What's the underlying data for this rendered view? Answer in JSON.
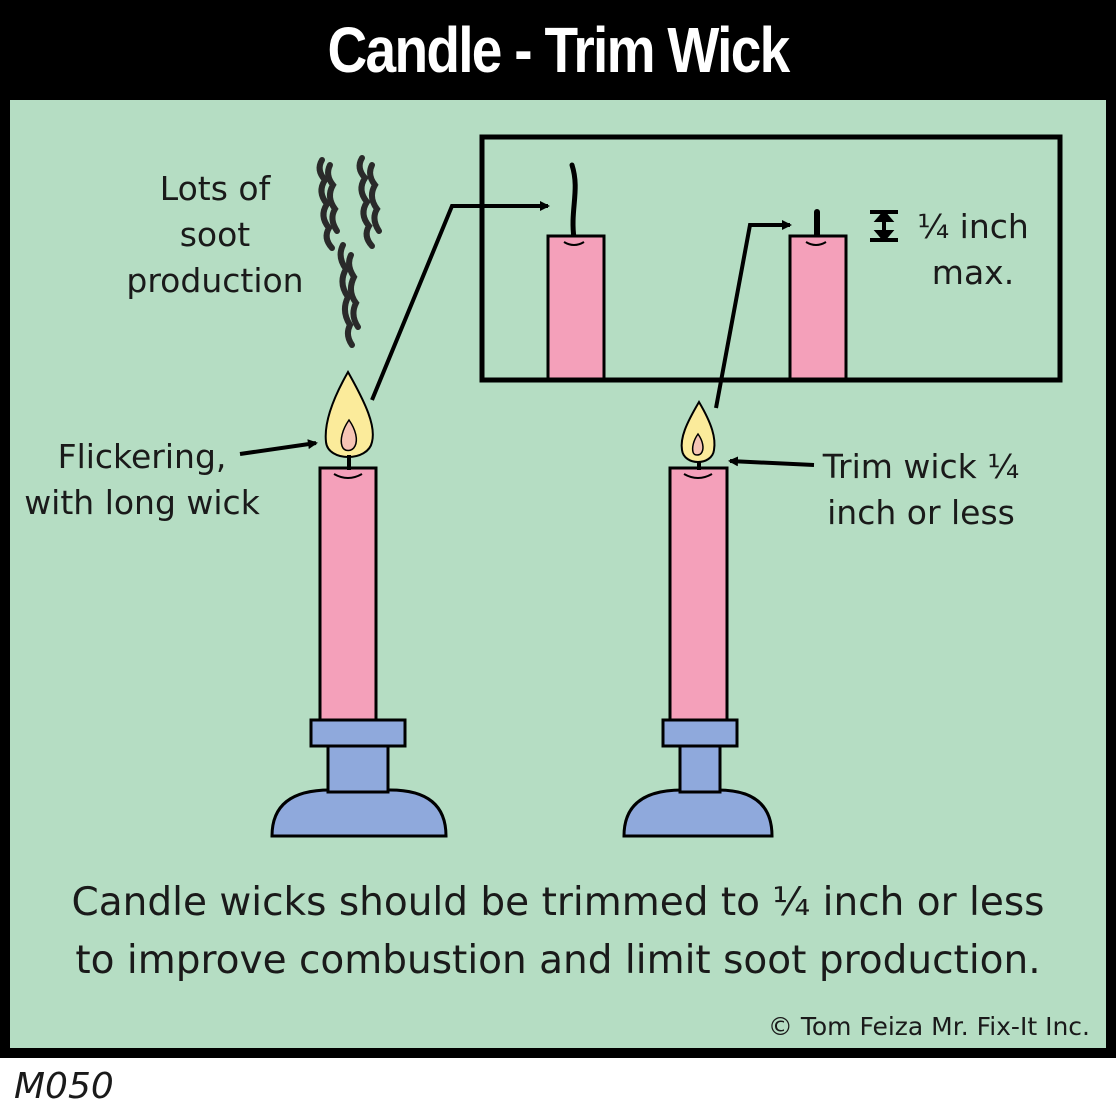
{
  "title": "Candle - Trim Wick",
  "labels": {
    "soot": [
      "Lots of",
      "soot",
      "production"
    ],
    "flickering": [
      "Flickering,",
      "with long wick"
    ],
    "trim": [
      "Trim wick ¼",
      "inch or less"
    ],
    "max": [
      "¼ inch",
      "max."
    ]
  },
  "caption": [
    "Candle wicks should be trimmed to ¼ inch or less",
    "to improve combustion and limit soot production."
  ],
  "credit": "© Tom Feiza Mr. Fix-It Inc.",
  "code": "M050",
  "colors": {
    "background": "#b5ddc3",
    "candle": "#f4a0ba",
    "holder": "#8fa9dc",
    "flame_outer": "#fbeb9b",
    "flame_inner": "#f6c4b5",
    "soot": "#2a2a2a"
  }
}
